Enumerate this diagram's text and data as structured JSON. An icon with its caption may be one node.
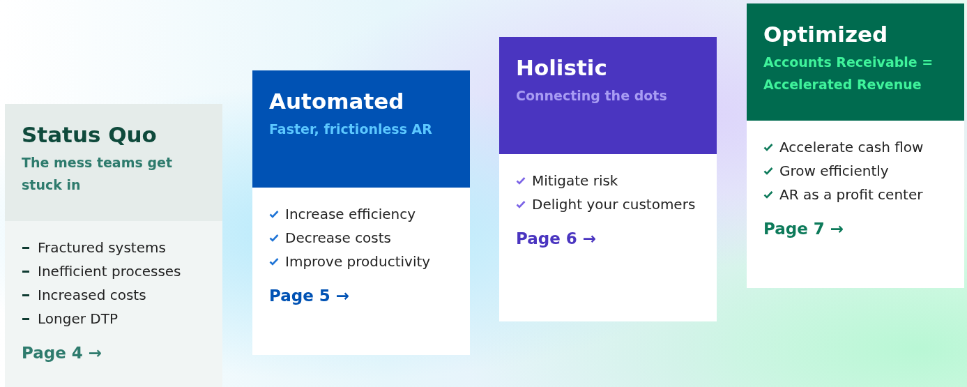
{
  "diagram": {
    "nodes": [
      {
        "text": [
          "Status Quo",
          "The mess teams get stuck in",
          "Fractured systems",
          "Inefficient processes",
          "Increased costs",
          "Longer DTP",
          "Page 4 →"
        ]
      },
      {
        "text": [
          "Automated",
          "Faster, frictionless AR",
          "Increase efficiency",
          "Decrease costs",
          "Improve productivity",
          "Page 5 →"
        ]
      },
      {
        "text": [
          "Holistic",
          "Connecting the dots",
          "Mitigate risk",
          "Delight your customers",
          "Page 6 →"
        ]
      },
      {
        "text": [
          "Optimized",
          "Accounts Receivable = Accelerated Revenue",
          "Accelerate cash flow",
          "Grow efficiently",
          "AR as a profit center",
          "Page 7 →"
        ]
      }
    ]
  }
}
